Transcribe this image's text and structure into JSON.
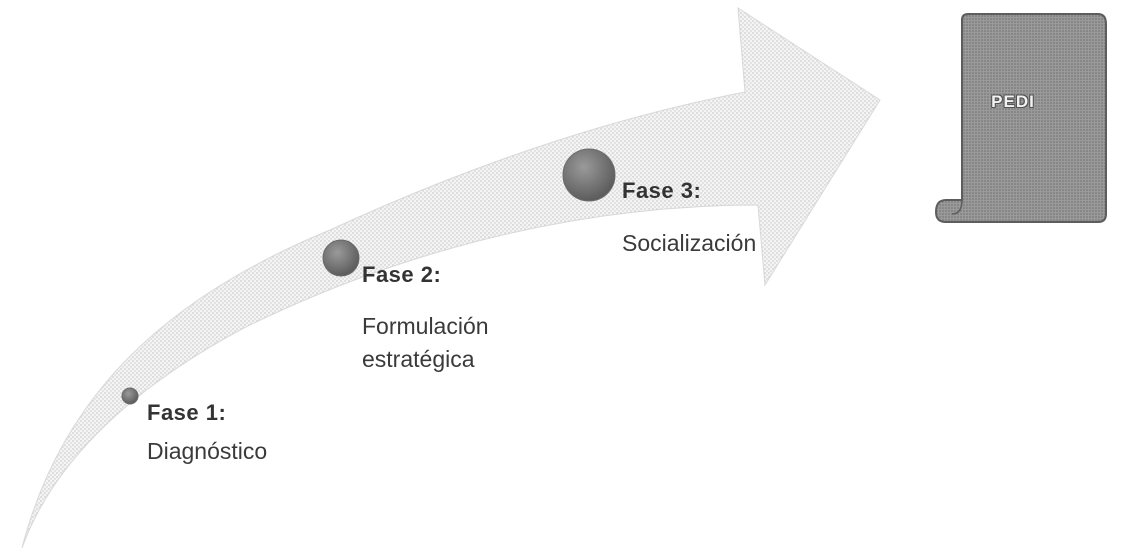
{
  "phases": [
    {
      "title": "Fase 1:",
      "description": "Diagnóstico"
    },
    {
      "title": "Fase 2:",
      "description": "Formulación estratégica"
    },
    {
      "title": "Fase 3:",
      "description": "Socialización"
    }
  ],
  "output": {
    "label": "PEDI"
  },
  "colors": {
    "arrow_fill": "#e7e7e7",
    "marker_fill": "#7a7a7a",
    "document_fill": "#9b9b9b",
    "text": "#333333"
  }
}
